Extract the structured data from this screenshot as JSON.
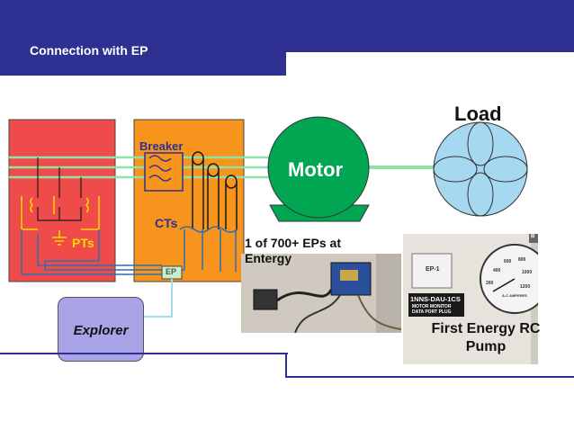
{
  "header": {
    "title": "Connection with EP"
  },
  "diagram": {
    "breaker_label": "Breaker",
    "cts_label": "CTs",
    "pts_label": "PTs",
    "ep_label": "EP",
    "motor_label": "Motor",
    "load_label": "Load",
    "explorer_label": "Explorer"
  },
  "photos": {
    "photo1_caption": "1 of 700+ EPs at Entergy",
    "photo2_caption": "First Energy RC Pump",
    "photo2_nameplate": "1NNS-DAU-1CS",
    "photo2_nameplate_sub1": "MOTOR MONITOR",
    "photo2_nameplate_sub2": "DATA PORT PLUG",
    "photo2_tag": "EP-1",
    "photo2_meter_unit": "A-C AMPERES",
    "photo2_meter_ticks": [
      "200",
      "400",
      "600",
      "800",
      "1000",
      "1200"
    ],
    "photo2_corner": "B"
  },
  "colors": {
    "header": "#2e3192",
    "red_panel": "#f04b4b",
    "orange_panel": "#f7941d",
    "motor_green": "#00a651",
    "load_blue": "#a6d8f0",
    "line_green": "#8fe3a8",
    "explorer_purple": "#a9a3e8"
  }
}
